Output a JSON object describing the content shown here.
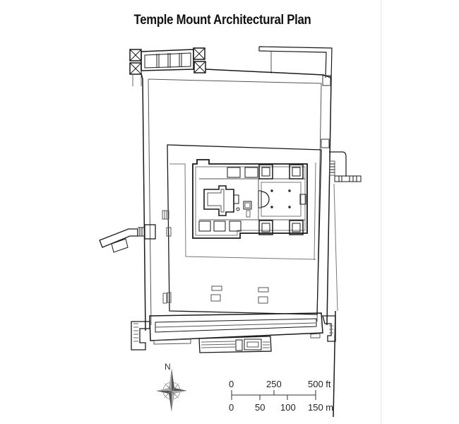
{
  "title": "Temple Mount Architectural Plan",
  "compass": {
    "north_label": "N",
    "icon": "compass-rose-icon"
  },
  "scale_bar": {
    "feet_ticks": [
      "0",
      "250",
      "500 ft"
    ],
    "meter_ticks": [
      "0",
      "50",
      "100",
      "150 m"
    ],
    "feet_values": [
      0,
      250,
      500
    ],
    "meter_values": [
      0,
      50,
      100,
      150
    ],
    "units_top": "ft",
    "units_bottom": "m"
  },
  "colors": {
    "background": "#ffffff",
    "line": "#1a1a1a",
    "secondary_line": "#777777",
    "hatch_fill": "#ffffff"
  }
}
